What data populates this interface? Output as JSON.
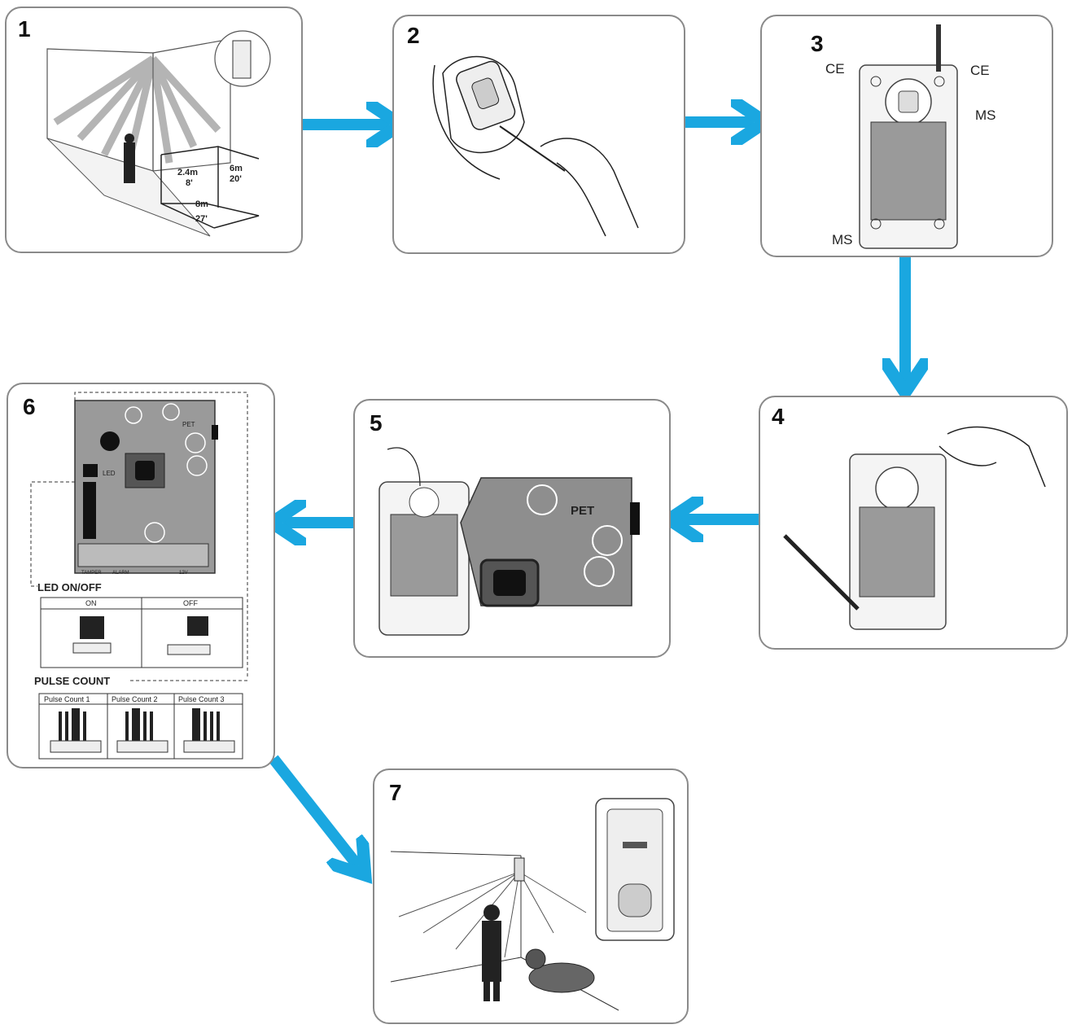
{
  "steps": [
    {
      "number": "1",
      "labels": {
        "height": "2.4m",
        "height_ft": "8'",
        "width": "6m",
        "width_ft": "20'",
        "depth": "8m",
        "depth_ft": "27'"
      }
    },
    {
      "number": "2"
    },
    {
      "number": "3",
      "labels": {
        "ce_left": "CE",
        "ce_right": "CE",
        "ms_right": "MS",
        "ms_left": "MS"
      }
    },
    {
      "number": "4"
    },
    {
      "number": "5",
      "labels": {
        "pet": "PET"
      }
    },
    {
      "number": "6",
      "labels": {
        "pet": "PET",
        "led": "LED",
        "led_onoff": "LED ON/OFF",
        "on": "ON",
        "off": "OFF",
        "pulse_count": "PULSE COUNT",
        "pulse1": "Pulse Count 1",
        "pulse2": "Pulse Count 2",
        "pulse3": "Pulse Count 3",
        "tamper": "TAMPER",
        "alarm": "ALARM",
        "v12": "12V"
      }
    },
    {
      "number": "7"
    }
  ],
  "colors": {
    "arrow": "#1aa7e0",
    "panel_border": "#8a8a8a",
    "board": "#9a9a9a"
  }
}
